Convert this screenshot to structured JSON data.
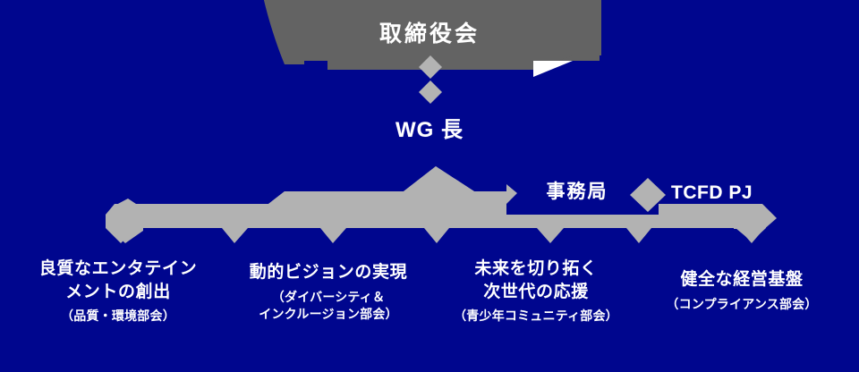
{
  "diagram": {
    "type": "organization-chart",
    "background_color": "#00068e",
    "accent_gray": "#adadad",
    "top_band_color": "#636363",
    "text_color": "#ffffff",
    "top": {
      "label": "取締役会"
    },
    "middle": {
      "wg_leader_label": "WG 長",
      "secretariat_label": "事務局",
      "project_label": "TCFD PJ"
    },
    "connectors": {
      "board_to_wg_diamond_1": "diamond-icon",
      "board_to_wg_diamond_2": "diamond-icon",
      "secretariat_to_project_diamond": "diamond-icon"
    },
    "pillars": [
      {
        "main": "良質なエンタテイン\nメントの創出",
        "sub": "（品質・環境部会）"
      },
      {
        "main": "動的ビジョンの実現",
        "sub": "（ダイバーシティ＆\nインクルージョン部会）"
      },
      {
        "main": "未来を切り拓く\n次世代の応援",
        "sub": "（青少年コミュニティ部会）"
      },
      {
        "main": "健全な経営基盤",
        "sub": "（コンプライアンス部会）"
      }
    ]
  }
}
